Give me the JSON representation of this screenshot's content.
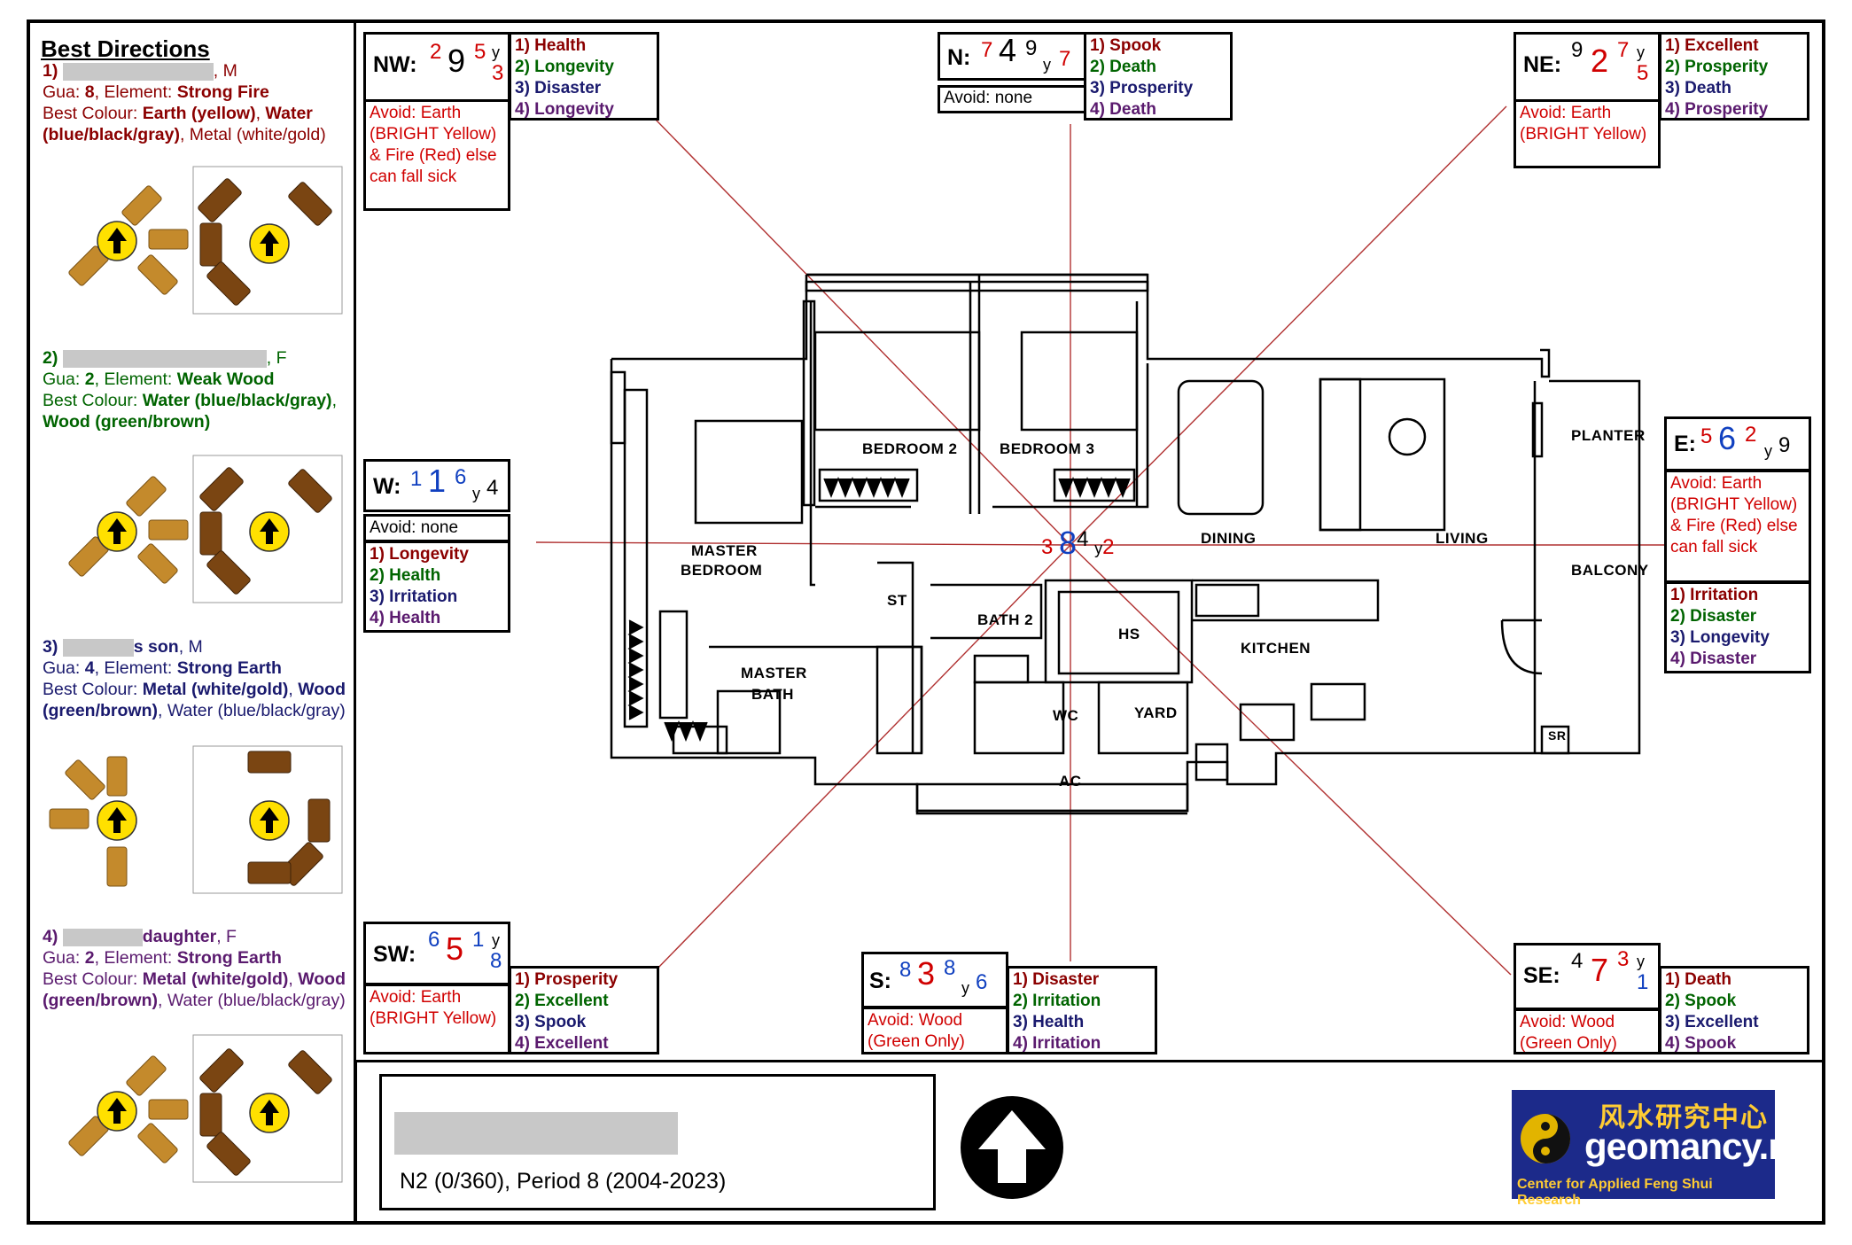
{
  "best_directions": {
    "title": "Best Directions",
    "people": [
      {
        "num": "1)",
        "name_suffix": "",
        "gender": ", M",
        "gua_label": "Gua: ",
        "gua": "8",
        "element_label": ", Element: ",
        "element": "Strong Fire",
        "colour_label": "Best Colour: ",
        "colours": [
          {
            "text": "Earth (yellow)",
            "strong": true
          },
          {
            "text": ", ",
            "strong": false
          },
          {
            "text": "Water (blue/black/gray)",
            "strong": true
          },
          {
            "text": ", Metal (white/gold)",
            "strong": false
          }
        ],
        "theme": "dr"
      },
      {
        "num": "2)",
        "name_suffix": "",
        "gender": ", F",
        "gua_label": "Gua: ",
        "gua": "2",
        "element_label": ", Element: ",
        "element": "Weak Wood",
        "colour_label": "Best Colour: ",
        "colours": [
          {
            "text": "Water (blue/black/gray)",
            "strong": true
          },
          {
            "text": ", ",
            "strong": false
          },
          {
            "text": "Wood (green/brown)",
            "strong": true
          }
        ],
        "theme": "dg"
      },
      {
        "num": "3)",
        "name_suffix": "s son",
        "gender": ", M",
        "gua_label": "Gua: ",
        "gua": "4",
        "element_label": ", Element: ",
        "element": "Strong Earth",
        "colour_label": "Best Colour: ",
        "colours": [
          {
            "text": "Metal (white/gold)",
            "strong": true
          },
          {
            "text": ", ",
            "strong": false
          },
          {
            "text": "Wood (green/brown)",
            "strong": true
          },
          {
            "text": ", Water (blue/black/gray)",
            "strong": false
          }
        ],
        "theme": "nv"
      },
      {
        "num": "4)",
        "name_suffix": "daughter",
        "gender": ", F",
        "gua_label": "Gua: ",
        "gua": "2",
        "element_label": ", Element: ",
        "element": "Strong Earth",
        "colour_label": "Best Colour: ",
        "colours": [
          {
            "text": "Metal (white/gold)",
            "strong": true
          },
          {
            "text": ", ",
            "strong": false
          },
          {
            "text": "Wood (green/brown)",
            "strong": true
          },
          {
            "text": ", Water (blue/black/gray)",
            "strong": false
          }
        ],
        "theme": "pu"
      }
    ]
  },
  "sectors": {
    "NW": {
      "label": "NW:",
      "a": "2",
      "b": "9",
      "c": "5",
      "y": "y",
      "d": "3",
      "avoid": "Avoid: Earth (BRIGHT Yellow) & Fire (Red) else can fall sick",
      "list": [
        "1) Health",
        "2) Longevity",
        "3) Disaster",
        "4) Longevity"
      ]
    },
    "N": {
      "label": "N:",
      "a": "7",
      "b": "4",
      "c": "9",
      "y": "y",
      "d": "7",
      "avoid": "Avoid: none",
      "list": [
        "1) Spook",
        "2) Death",
        "3) Prosperity",
        "4) Death"
      ]
    },
    "NE": {
      "label": "NE:",
      "a": "9",
      "b": "2",
      "c": "7",
      "y": "y",
      "d": "5",
      "avoid": "Avoid: Earth (BRIGHT Yellow)",
      "list": [
        "1) Excellent",
        "2) Prosperity",
        "3) Death",
        "4) Prosperity"
      ]
    },
    "W": {
      "label": "W:",
      "a": "1",
      "b": "1",
      "c": "6",
      "y": "y",
      "d": "4",
      "avoid": "Avoid: none",
      "list": [
        "1) Longevity",
        "2) Health",
        "3) Irritation",
        "4) Health"
      ]
    },
    "C": {
      "a": "3",
      "b": "8",
      "c": "4",
      "y": "y",
      "d": "2"
    },
    "E": {
      "label": "E:",
      "a": "5",
      "b": "6",
      "c": "2",
      "y": "y",
      "d": "9",
      "avoid": "Avoid: Earth (BRIGHT Yellow) & Fire (Red) else can fall sick",
      "list": [
        "1) Irritation",
        "2) Disaster",
        "3) Longevity",
        "4) Disaster"
      ]
    },
    "SW": {
      "label": "SW:",
      "a": "6",
      "b": "5",
      "c": "1",
      "y": "y",
      "d": "8",
      "avoid": "Avoid: Earth (BRIGHT Yellow)",
      "list": [
        "1) Prosperity",
        "2) Excellent",
        "3) Spook",
        "4) Excellent"
      ]
    },
    "S": {
      "label": "S:",
      "a": "8",
      "b": "3",
      "c": "8",
      "y": "y",
      "d": "6",
      "avoid": "Avoid: Wood (Green Only)",
      "list": [
        "1) Disaster",
        "2) Irritation",
        "3) Health",
        "4) Irritation"
      ]
    },
    "SE": {
      "label": "SE:",
      "a": "4",
      "b": "7",
      "c": "3",
      "y": "y",
      "d": "1",
      "avoid": "Avoid: Wood (Green Only)",
      "list": [
        "1) Death",
        "2) Spook",
        "3) Excellent",
        "4) Spook"
      ]
    }
  },
  "rooms": {
    "bedroom2": "BEDROOM 2",
    "bedroom3": "BEDROOM 3",
    "master_bedroom_1": "MASTER",
    "master_bedroom_2": "BEDROOM",
    "dining": "DINING",
    "living": "LIVING",
    "planter": "PLANTER",
    "balcony": "BALCONY",
    "st": "ST",
    "bath2": "BATH 2",
    "hs": "HS",
    "kitchen": "KITCHEN",
    "master_bath_1": "MASTER",
    "master_bath_2": "BATH",
    "wc": "WC",
    "yard": "YARD",
    "ac": "AC",
    "sr": "SR"
  },
  "footer": {
    "info": "N2 (0/360), Period 8 (2004-2023)",
    "logo_cn": "风水研究中心",
    "logo_site": "geomancy.net",
    "logo_tagline": "Center for Applied Feng Shui Research"
  },
  "colors": {
    "red": "#d00000",
    "blue": "#1040c0",
    "line": "#b03030",
    "dark_red": "#8b0000",
    "dark_green": "#006400",
    "navy": "#1a1a6e",
    "purple": "#5a1a6e",
    "logo_bg": "#1c2a8a"
  }
}
